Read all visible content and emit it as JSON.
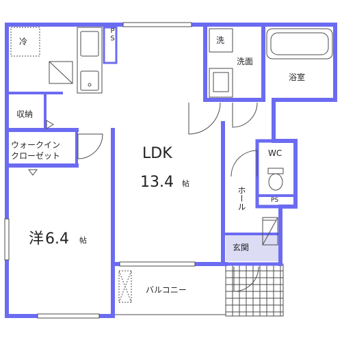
{
  "plan": {
    "rooms": {
      "ldk": {
        "name": "LDK",
        "size": "13.4",
        "unit": "帖"
      },
      "western": {
        "name": "洋",
        "size": "6.4",
        "unit": "帖"
      },
      "walk_in_closet": {
        "line1": "ウォークイン",
        "line2": "クローゼット"
      },
      "storage": {
        "name": "収納"
      },
      "washroom": {
        "name": "洗面"
      },
      "washer": {
        "name": "洗"
      },
      "bath": {
        "name": "浴室"
      },
      "wc": {
        "name": "WC"
      },
      "hall": {
        "name": "ホール"
      },
      "entrance": {
        "name": "玄関"
      },
      "balcony": {
        "name": "バルコニー"
      },
      "refrigerator": {
        "name": "冷"
      },
      "ps_kitchen": {
        "name": "PS"
      },
      "ps_wc": {
        "name": "PS"
      }
    },
    "colors": {
      "wall": "#6b6bf2",
      "line": "#4a4a4a",
      "entrance_floor": "#dcdcf5"
    }
  }
}
